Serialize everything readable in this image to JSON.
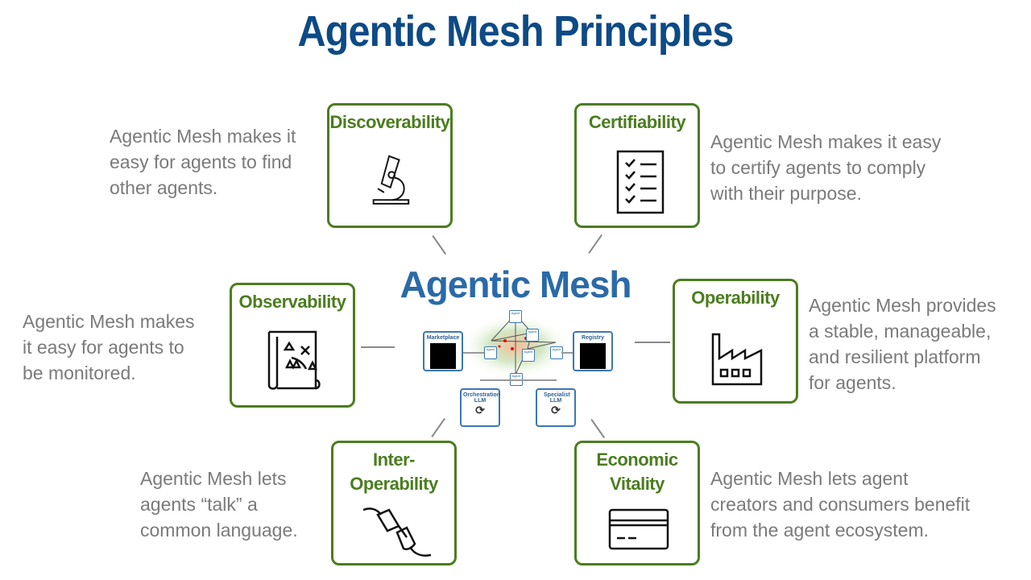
{
  "title": "Agentic Mesh Principles",
  "center": {
    "title": "Agentic Mesh",
    "marketplace": "Marketplace",
    "registry": "Registry",
    "orchestration": "Orchestration LLM",
    "specialist": "Specialist LLM",
    "agent": "Agent"
  },
  "principles": [
    {
      "label": "Discoverability",
      "icon": "microscope-icon",
      "desc": "Agentic Mesh makes it\neasy for agents to find\nother agents."
    },
    {
      "label": "Certifiability",
      "icon": "checklist-icon",
      "desc": "Agentic Mesh makes it easy\nto certify agents to comply\nwith their purpose."
    },
    {
      "label": "Observability",
      "icon": "map-icon",
      "desc": "Agentic Mesh makes\nit easy for agents to\nbe monitored."
    },
    {
      "label": "Operability",
      "icon": "factory-icon",
      "desc": "Agentic Mesh provides\na stable, manageable,\nand resilient platform\nfor agents."
    },
    {
      "label": "Inter-\nOperability",
      "icon": "plug-icon",
      "desc": "Agentic Mesh lets\nagents “talk” a\ncommon language."
    },
    {
      "label": "Economic\nVitality",
      "icon": "credit-card-icon",
      "desc": "Agentic Mesh lets agent\ncreators and consumers benefit\nfrom the agent ecosystem."
    }
  ],
  "colors": {
    "title": "#0d4a86",
    "green": "#4b7d1f",
    "center": "#2a6aa8",
    "text": "#7a7a7a"
  }
}
